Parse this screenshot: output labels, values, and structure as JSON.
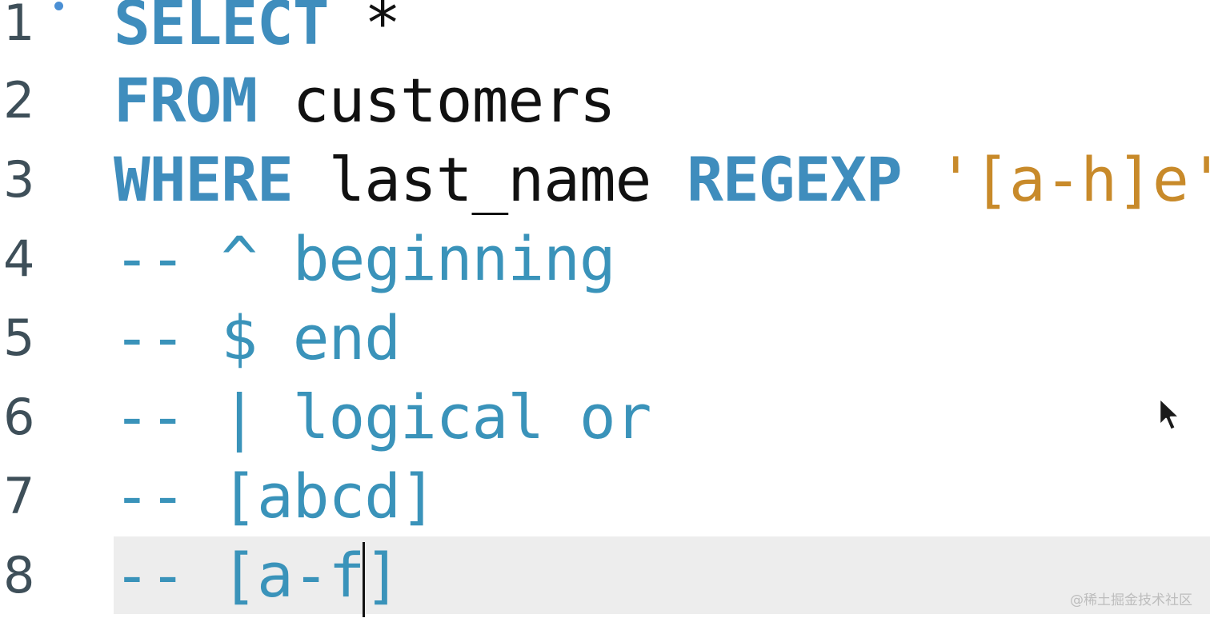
{
  "editor": {
    "lines": [
      {
        "number": "1",
        "tokens": {
          "kw": "SELECT",
          "plain": " *"
        }
      },
      {
        "number": "2",
        "tokens": {
          "kw": "FROM",
          "plain": " customers"
        }
      },
      {
        "number": "3",
        "tokens": {
          "kw1": "WHERE",
          "plain": " last_name ",
          "kw2": "REGEXP",
          "str": " '[a-h]e'"
        }
      },
      {
        "number": "4",
        "tokens": {
          "comment": "-- ^ beginning"
        }
      },
      {
        "number": "5",
        "tokens": {
          "comment": "-- $ end"
        }
      },
      {
        "number": "6",
        "tokens": {
          "comment": "-- | logical or"
        }
      },
      {
        "number": "7",
        "tokens": {
          "comment": "-- [abcd]"
        }
      },
      {
        "number": "8",
        "tokens": {
          "comment_before_caret": "-- [a-f",
          "comment_after_caret": "]"
        }
      }
    ],
    "current_line": 8
  },
  "watermark": "@稀土掘金技术社区",
  "colors": {
    "keyword": "#3f8dbd",
    "comment": "#3a93ba",
    "string": "#c88a2a",
    "identifier": "#111111",
    "line_number": "#3e4f59",
    "current_line_highlight": "#ededed"
  }
}
